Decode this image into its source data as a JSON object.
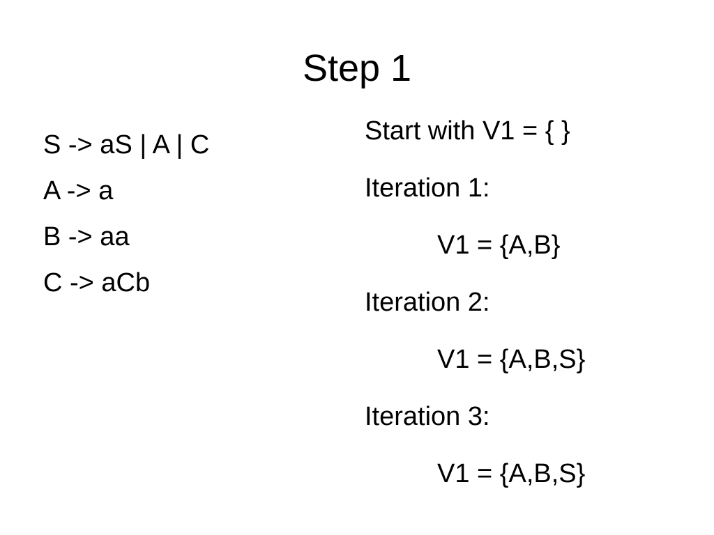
{
  "slide": {
    "title": "Step 1",
    "grammar_rules": [
      "S -> aS | A | C",
      "A -> a",
      "B -> aa",
      "C -> aCb"
    ],
    "algorithm_steps": [
      {
        "text": "Start with V1 = { }",
        "indent": false
      },
      {
        "text": "Iteration 1:",
        "indent": false
      },
      {
        "text": "V1 = {A,B}",
        "indent": true
      },
      {
        "text": "Iteration 2:",
        "indent": false
      },
      {
        "text": "V1 = {A,B,S}",
        "indent": true
      },
      {
        "text": "Iteration 3:",
        "indent": false
      },
      {
        "text": "V1 = {A,B,S}",
        "indent": true
      }
    ]
  }
}
